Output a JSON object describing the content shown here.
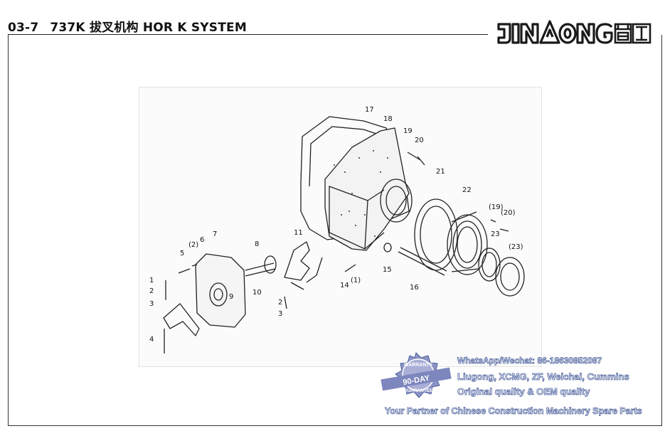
{
  "header": {
    "code": "03-7",
    "title": "737K 拔叉机构  HOR K SYSTEM"
  },
  "logo": {
    "text": "JINGONG晋工",
    "color": "#1a1a1a"
  },
  "diagram": {
    "part_labels": [
      "1",
      "2",
      "3",
      "4",
      "5",
      "(2)",
      "6",
      "7",
      "8",
      "9",
      "10",
      "11",
      "2",
      "3",
      "(1)",
      "14",
      "15",
      "16",
      "17",
      "18",
      "19",
      "20",
      "21",
      "22",
      "(19)",
      "(20)",
      "23",
      "(23)"
    ]
  },
  "watermark": {
    "stamp_top": "WARRANTY",
    "stamp_middle": "90-DAY",
    "stamp_bottom": "GUARANTEE",
    "contact": "WhatsApp/Wechat: 86-18630852087",
    "brands": "Liugong, XCMG, ZF, Weichai, Cummins",
    "quality": "Original quality  &  OEM quality",
    "tagline": "Your Partner of Chinese Construction Machinery Spare Parts",
    "color": "#4a5f9c"
  }
}
